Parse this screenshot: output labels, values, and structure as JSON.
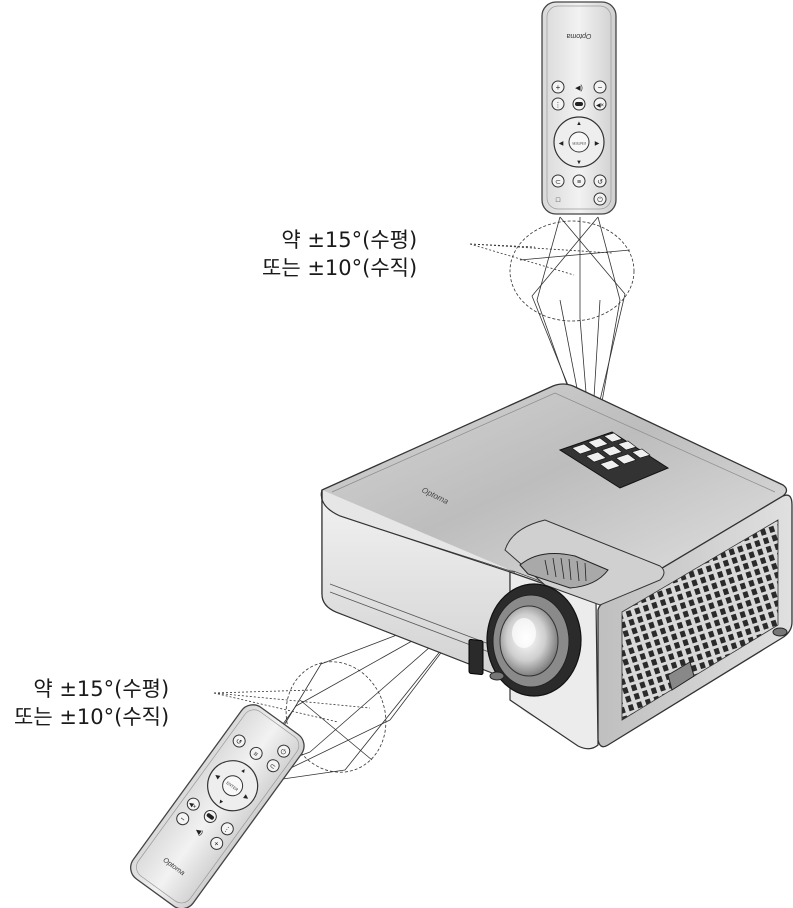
{
  "labels": {
    "top": {
      "line1": "약 ±15°(수평)",
      "line2": "또는 ±10°(수직)"
    },
    "bottom": {
      "line1": "약 ±15°(수평)",
      "line2": "또는 ±10°(수직)"
    }
  },
  "brand": {
    "remote_top": "Optoma",
    "remote_bottom": "Optoma",
    "projector": "Optoma"
  },
  "remote_top": {
    "enter_label": "ENTER"
  },
  "remote_bottom": {
    "enter_label": "ENTER"
  },
  "icons": [
    "plus-icon",
    "minus-icon",
    "source-icon",
    "menu-icon",
    "power-icon",
    "back-icon",
    "arrow-up-icon",
    "arrow-down-icon",
    "arrow-left-icon",
    "arrow-right-icon",
    "mute-icon",
    "volume-icon"
  ]
}
